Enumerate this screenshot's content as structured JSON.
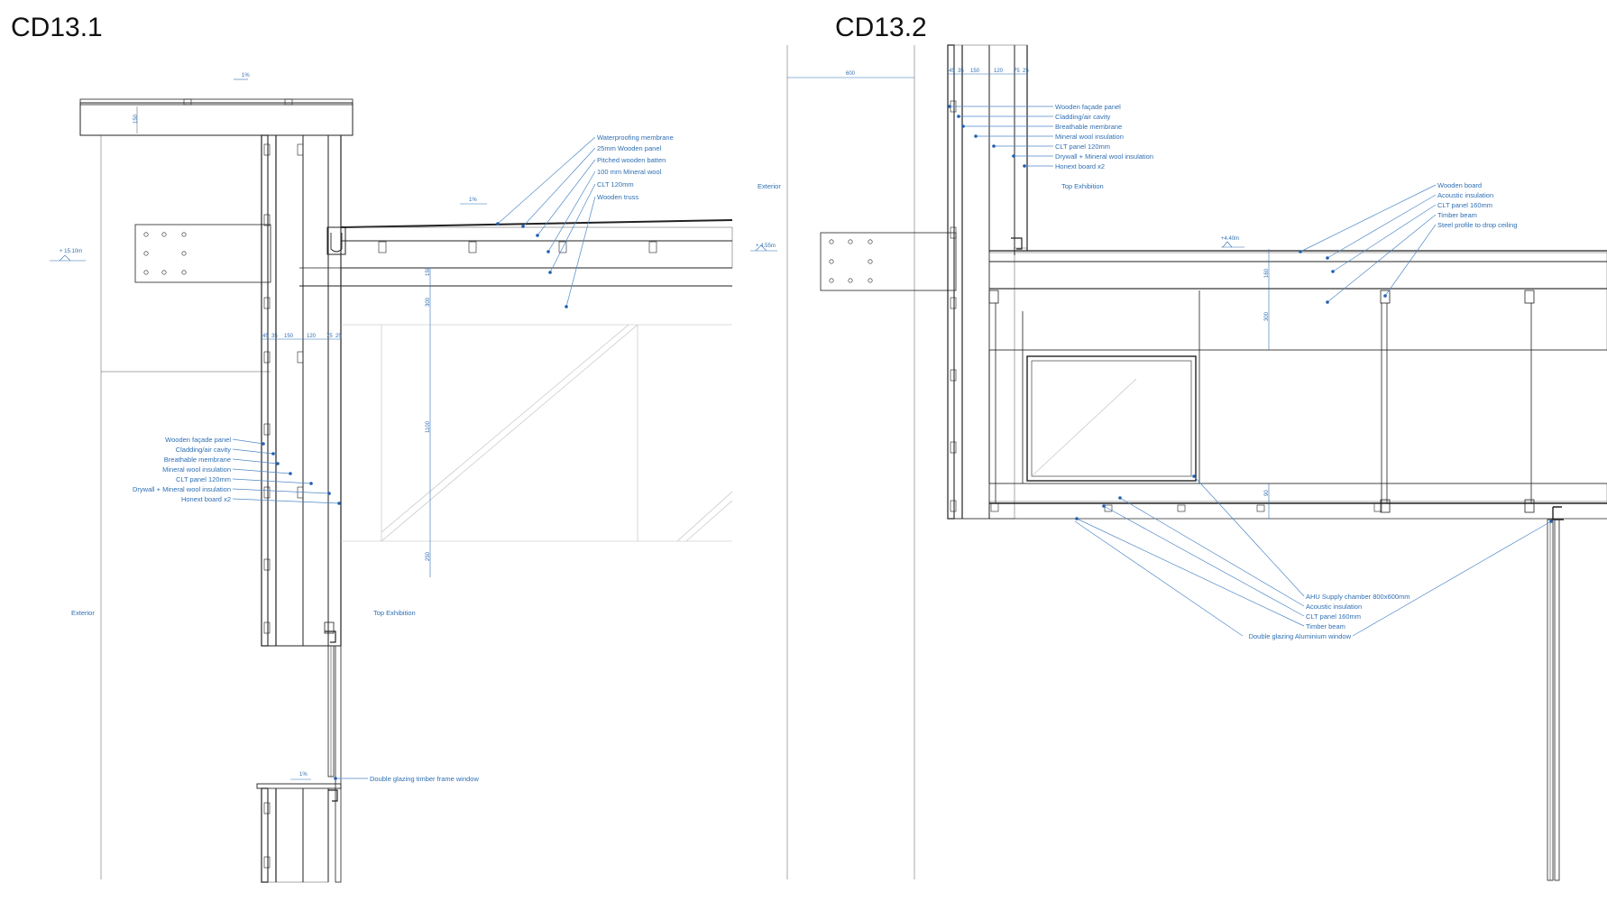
{
  "titles": {
    "left": "CD13.1",
    "right": "CD13.2"
  },
  "left": {
    "roof_labels": [
      "Waterproofing membrane",
      "25mm Wooden panel",
      "Pitched wooden batten",
      "100 mm Mineral wool",
      "CLT 120mm",
      "Wooden truss"
    ],
    "wall_labels": [
      "Wooden façade panel",
      "Cladding/air cavity",
      "Breathable membrane",
      "Mineral wool insulation",
      "CLT panel 120mm",
      "Drywall + Mineral wool insulation",
      "Honext board x2"
    ],
    "window_label": "Double glazing timber frame window",
    "exterior": "Exterior",
    "interior": "Top Exhibition",
    "level_top": "+ 15.10m",
    "level_right": "+ 4.55m",
    "slope_1": "1%",
    "slope_2": "1%",
    "slope_3": "1%",
    "dims": {
      "eave": "150",
      "cavity_top": "150",
      "floor": "300",
      "span": "1100",
      "bottom": "250",
      "w1": "45",
      "w2": "35",
      "w3": "150",
      "w4": "120",
      "w5": "75",
      "w6": "25"
    }
  },
  "right": {
    "wall_labels": [
      "Wooden façade panel",
      "Cladding/air cavity",
      "Breathable membrane",
      "Mineral wool insulation",
      "CLT panel 120mm",
      "Drywall + Mineral wool insulation",
      "Honext board x2"
    ],
    "floor_labels": [
      "Wooden board",
      "Acoustic insulation",
      "CLT panel 160mm",
      "Timber beam",
      "Steel profile to drop ceiling"
    ],
    "bottom_labels": [
      "AHU Supply chamber 800x600mm",
      "Acoustic insulation",
      "CLT panel 160mm",
      "Timber beam",
      "Double glazing Aluminium window"
    ],
    "exterior": "Exterior",
    "interior": "Top Exhibition",
    "level": "+4.40m",
    "dims": {
      "overhang": "600",
      "w1": "45",
      "w2": "35",
      "w3": "150",
      "w4": "120",
      "w5": "75",
      "w6": "25",
      "floor": "160",
      "beam": "300",
      "plen": "90"
    }
  }
}
